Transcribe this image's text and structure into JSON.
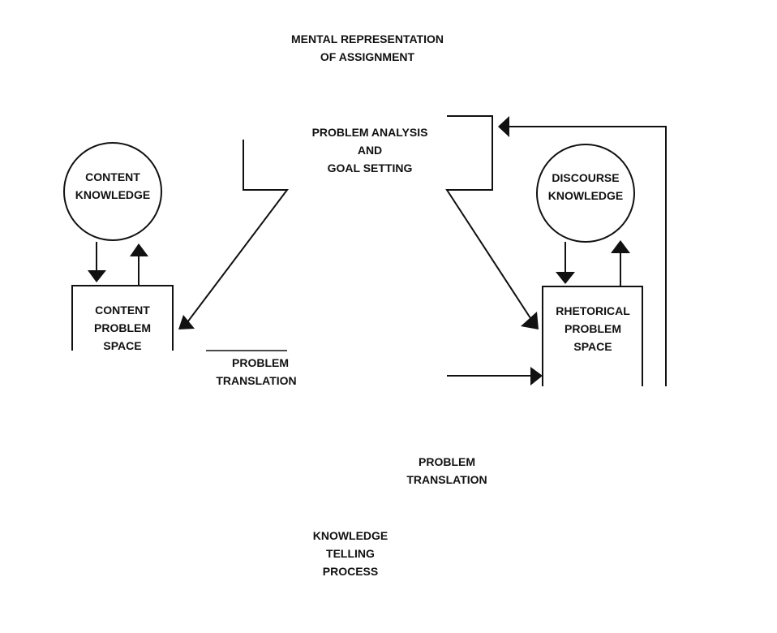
{
  "labels": {
    "mental_representation": [
      "MENTAL REPRESENTATION",
      "OF ASSIGNMENT"
    ],
    "problem_analysis": [
      "PROBLEM ANALYSIS",
      "AND",
      "GOAL SETTING"
    ],
    "content_knowledge": [
      "CONTENT",
      "KNOWLEDGE"
    ],
    "discourse_knowledge": [
      "DISCOURSE",
      "KNOWLEDGE"
    ],
    "content_problem_space": [
      "CONTENT",
      "PROBLEM",
      "SPACE"
    ],
    "rhetorical_problem_space": [
      "RHETORICAL",
      "PROBLEM",
      "SPACE"
    ],
    "problem_translation_left": [
      "PROBLEM",
      "TRANSLATION"
    ],
    "problem_translation_right": [
      "PROBLEM",
      "TRANSLATION"
    ],
    "knowledge_telling": [
      "KNOWLEDGE",
      "TELLING",
      "PROCESS"
    ]
  },
  "colors": {
    "ink": "#111111",
    "background": "#ffffff"
  }
}
